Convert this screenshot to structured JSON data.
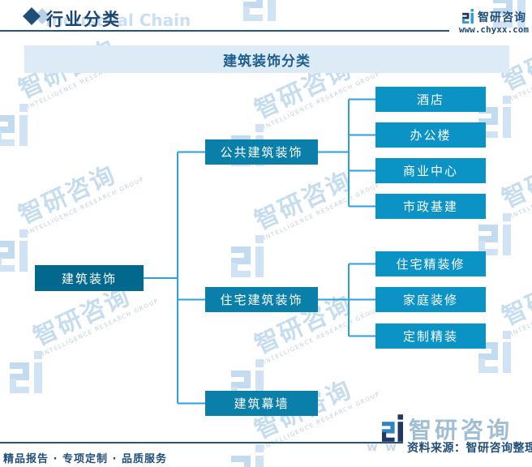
{
  "header": {
    "section_title": "行业分类",
    "section_watermark_en": "Industrial Chain",
    "brand_name": "智研咨询",
    "website": "www.chyxx.com"
  },
  "chart_title": "建筑装饰分类",
  "tree": {
    "root": "建筑装饰",
    "branches": [
      {
        "label": "公共建筑装饰",
        "children": [
          "酒店",
          "办公楼",
          "商业中心",
          "市政基建"
        ]
      },
      {
        "label": "住宅建筑装饰",
        "children": [
          "住宅精装修",
          "家庭装修",
          "定制精装"
        ]
      },
      {
        "label": "建筑幕墙",
        "children": []
      }
    ]
  },
  "watermark": {
    "text": "智研咨询",
    "subtext": "INTELLIGENCE RESEARCH GROUP",
    "fragment": "w w"
  },
  "footer": {
    "tagline": "精品报告 · 专项定制 · 品质服务",
    "brand_name": "智研咨询",
    "source": "资料来源：智研咨询整理"
  },
  "colors": {
    "root_box": "#02688e",
    "branch_box": "#0a7fa9",
    "leaf_box": "#0b93c6",
    "connector": "#2aa3dd",
    "navy": "#1f4e79",
    "title_bar_bg": "#dcebf5",
    "watermark": "#c6dcef"
  }
}
